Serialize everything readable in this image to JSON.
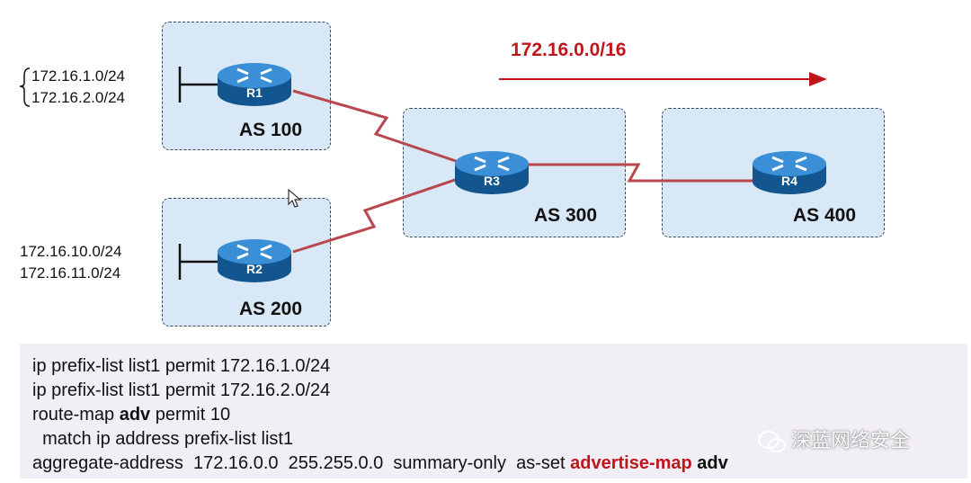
{
  "colors": {
    "as_fill": "#d8e8f6",
    "link": "#b8484e",
    "arrow": "#c0151b",
    "router_body": "#1a6fb6",
    "config_bg": "#f2eef5"
  },
  "as_boxes": [
    {
      "id": "as100",
      "label": "AS 100"
    },
    {
      "id": "as200",
      "label": "AS 200"
    },
    {
      "id": "as300",
      "label": "AS 300"
    },
    {
      "id": "as400",
      "label": "AS 400"
    }
  ],
  "routers": [
    {
      "id": "r1",
      "label": "R1",
      "icon": "router-icon"
    },
    {
      "id": "r2",
      "label": "R2",
      "icon": "router-icon"
    },
    {
      "id": "r3",
      "label": "R3",
      "icon": "router-icon"
    },
    {
      "id": "r4",
      "label": "R4",
      "icon": "router-icon"
    }
  ],
  "networks": {
    "r1": [
      "172.16.1.0/24",
      "172.16.2.0/24"
    ],
    "r2": [
      "172.16.10.0/24",
      "172.16.11.0/24"
    ]
  },
  "aggregate_label": "172.16.0.0/16",
  "config": {
    "line1": "ip prefix-list list1 permit 172.16.1.0/24",
    "line2": "ip prefix-list list1 permit 172.16.2.0/24",
    "line3_prefix": "route-map ",
    "line3_bold": "adv",
    "line3_suffix": " permit 10",
    "line4": "  match ip address prefix-list list1",
    "line5_prefix": "aggregate-address  172.16.0.0  255.255.0.0  summary-only  as-set ",
    "line5_red": "advertise-map",
    "line5_suffix": " adv"
  },
  "watermark": "深蓝网络安全"
}
